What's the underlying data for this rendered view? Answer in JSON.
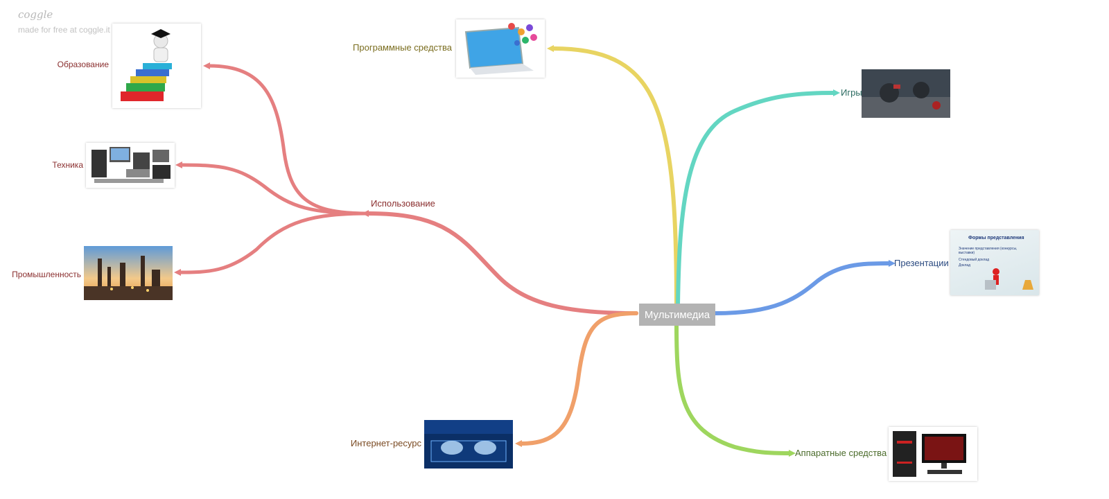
{
  "watermark": {
    "logo": "coggle",
    "tagline": "made for free at coggle.it"
  },
  "root": {
    "label": "Мультимедиа",
    "color": "#b3b3b3"
  },
  "branches": [
    {
      "label": "Использование",
      "color": "#e57f80",
      "children": [
        {
          "label": "Образование",
          "image": "books-stack-graduate-image"
        },
        {
          "label": "Техника",
          "image": "electronics-collection-image"
        },
        {
          "label": "Промышленность",
          "image": "industrial-plant-image"
        }
      ]
    },
    {
      "label": "Программные средства",
      "color": "#e8d462",
      "image": "laptop-apps-image"
    },
    {
      "label": "Игры",
      "color": "#63d6c2",
      "image": "game-scene-image"
    },
    {
      "label": "Презентации",
      "color": "#6b9ae6",
      "image": "presentation-slide-image",
      "slide": {
        "title": "Формы представления",
        "bullets": [
          "Значение представления (конкурсы, выставки)",
          "Стендовый доклад",
          "Доклад"
        ]
      }
    },
    {
      "label": "Аппаратные средства",
      "color": "#9ed65e",
      "image": "gaming-pc-image"
    },
    {
      "label": "Интернет-ресурс",
      "color": "#f0a06a",
      "image": "keyboard-hands-image"
    }
  ]
}
